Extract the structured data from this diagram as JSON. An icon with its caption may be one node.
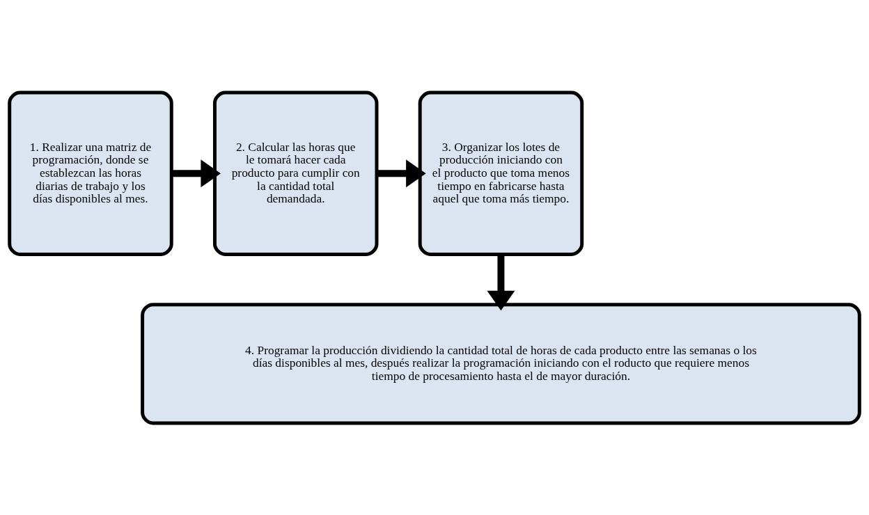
{
  "diagram": {
    "nodes": [
      {
        "text": [
          "1. Realizar una matriz de programación, donde se establezcan las horas diarias de trabajo y los días disponibles al mes."
        ]
      },
      {
        "text": [
          "2. Calcular las horas que le tomará hacer cada producto para cumplir con la cantidad total demandada."
        ]
      },
      {
        "text": [
          "3. Organizar los lotes de producción iniciando con el producto que toma menos tiempo en fabricarse hasta aquel que toma más tiempo."
        ]
      },
      {
        "text": [
          "4. Programar la producción dividiendo la cantidad total de horas de cada producto entre las semanas o los días disponibles al mes, después realizar la programación iniciando con el roducto que requiere menos tiempo de procesamiento hasta el de mayor duración."
        ]
      }
    ],
    "edges": [
      {
        "from": 0,
        "to": 1,
        "arrow": "to"
      },
      {
        "from": 1,
        "to": 2,
        "arrow": "to"
      },
      {
        "from": 2,
        "to": 3,
        "arrow": "to"
      }
    ]
  }
}
